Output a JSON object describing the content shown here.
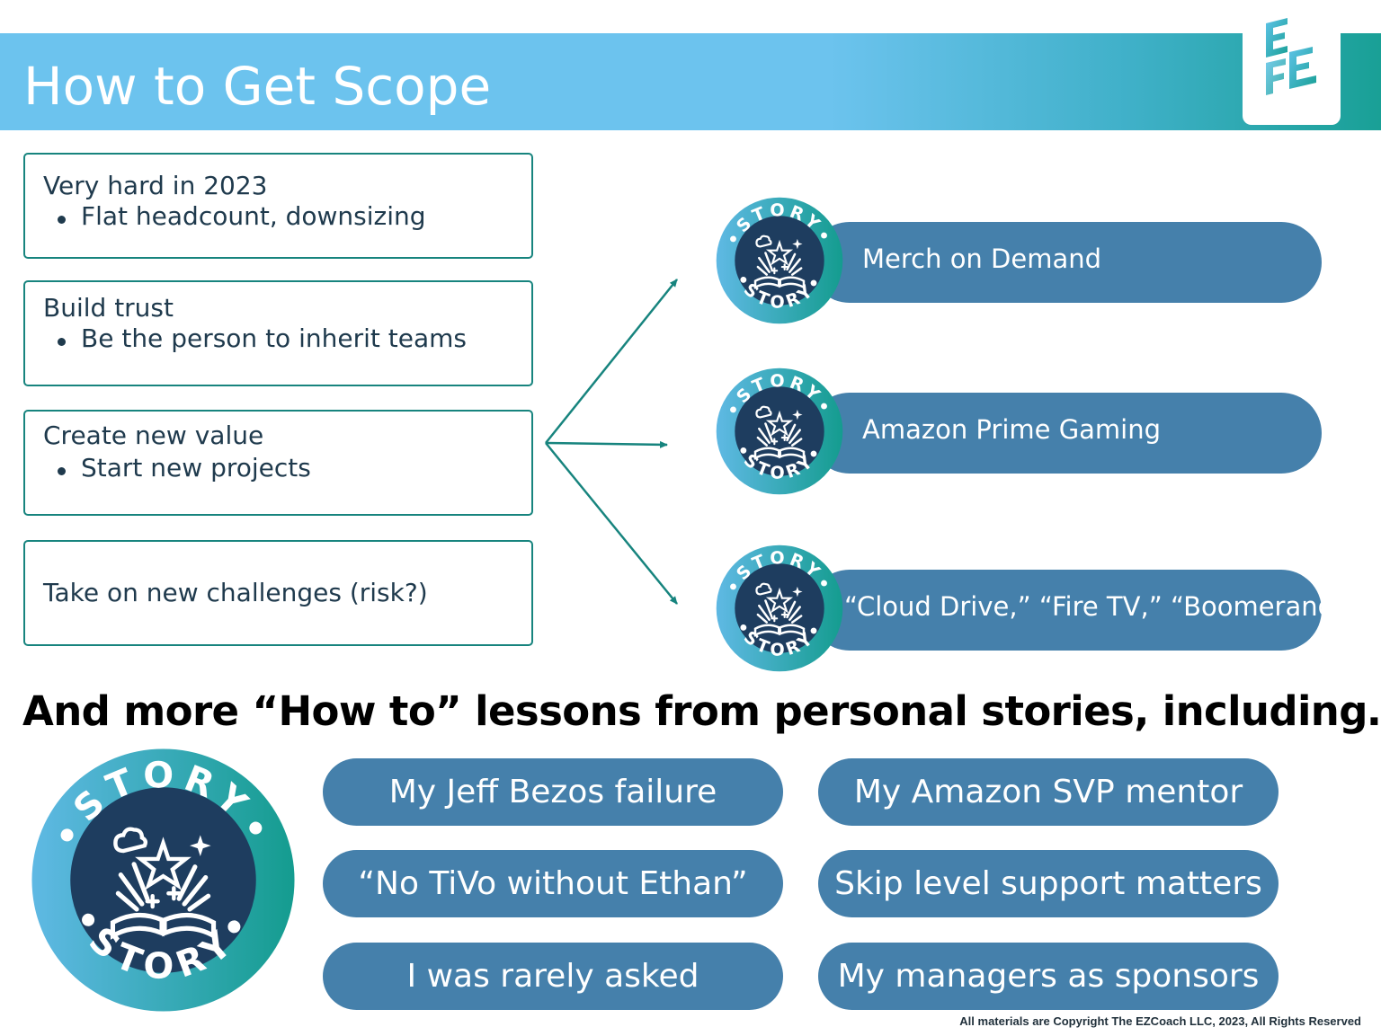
{
  "header": {
    "title": "How to Get Scope",
    "logo_text": "E"
  },
  "left_boxes": [
    {
      "heading": "Very hard in 2023",
      "bullet": "Flat headcount, downsizing"
    },
    {
      "heading": "Build trust",
      "bullet": "Be the person to inherit teams"
    },
    {
      "heading": "Create new value",
      "bullet": "Start new projects"
    },
    {
      "heading": "Take on new challenges (risk?)",
      "bullet": ""
    }
  ],
  "story_badge": {
    "top_text": "STORY",
    "bottom_text": "STORY"
  },
  "stories": [
    "Merch on Demand",
    "Amazon Prime Gaming",
    "“Cloud Drive,” “Fire TV,” “Boomerang”"
  ],
  "lessons": {
    "heading": "And more “How to” lessons from personal stories, including…",
    "items": [
      "My Jeff Bezos failure",
      "My Amazon SVP mentor",
      "“No TiVo without Ethan”",
      "Skip level support matters",
      "I was rarely asked",
      "My managers as sponsors"
    ]
  },
  "footer": {
    "copyright": "All materials are Copyright The EZCoach LLC, 2023, All Rights Reserved"
  },
  "colors": {
    "header_light": "#6cc3ee",
    "header_teal": "#19a096",
    "box_border": "#17847e",
    "pill_blue": "#4580ab",
    "badge_navy": "#1e3d5f",
    "arrow_teal": "#17847e"
  }
}
